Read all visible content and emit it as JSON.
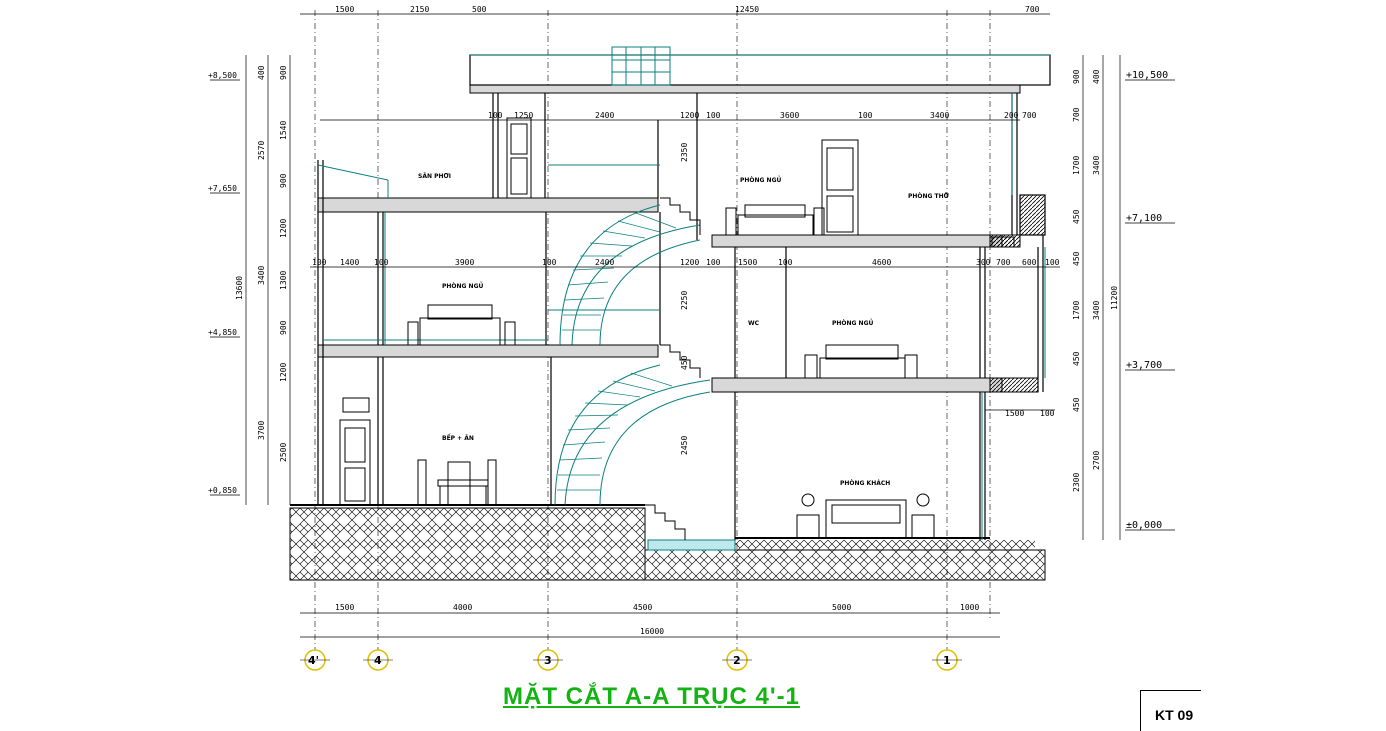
{
  "title": "MẶT CẮT A-A TRỤC 4'-1",
  "sheet_code": "KT 09",
  "colors": {
    "line": "#000000",
    "accent": "#0b7f80",
    "title": "#12b312",
    "axis": "#e0c000"
  },
  "axes": [
    "4'",
    "4",
    "3",
    "2",
    "1"
  ],
  "top_dims": [
    "1500",
    "2150",
    "500",
    "12450",
    "700"
  ],
  "bottom_dims": [
    "1500",
    "4000",
    "4500",
    "5000",
    "1000"
  ],
  "bottom_total": "16000",
  "right_levels": [
    "+10,500",
    "+7,100",
    "+3,700",
    "±0,000"
  ],
  "left_levels": [
    "+8,500",
    "+7,650",
    "+4,850",
    "+0,850"
  ],
  "left_dims": {
    "outer": [
      "2570",
      "13600",
      "3700"
    ],
    "mid": [
      "400",
      "3400"
    ],
    "inner": [
      "900",
      "1540",
      "900",
      "1200",
      "1300",
      "900",
      "1200",
      "2500"
    ]
  },
  "right_dims": {
    "inner": [
      "900",
      "700",
      "1700",
      "450",
      "450",
      "1700",
      "450",
      "450",
      "2300"
    ],
    "mid": [
      "400",
      "3400",
      "3400",
      "2700"
    ],
    "outer": "11200"
  },
  "floor_dims": {
    "upper": [
      "100",
      "1250",
      "2400",
      "1200",
      "100",
      "3600",
      "100",
      "3400",
      "200",
      "700"
    ],
    "middle": [
      "100",
      "1400",
      "100",
      "3900",
      "100",
      "2400",
      "1200",
      "100",
      "1500",
      "100",
      "4600",
      "300",
      "700",
      "600",
      "100"
    ],
    "lower": [
      "1500",
      "100"
    ],
    "stair": [
      "2350",
      "2250",
      "450",
      "2450"
    ]
  },
  "rooms": [
    "SÂN PHƠI",
    "PHÒNG NGỦ",
    "PHÒNG THỜ",
    "PHÒNG NGỦ",
    "WC",
    "PHÒNG NGỦ",
    "BẾP + ĂN",
    "PHÒNG KHÁCH"
  ]
}
